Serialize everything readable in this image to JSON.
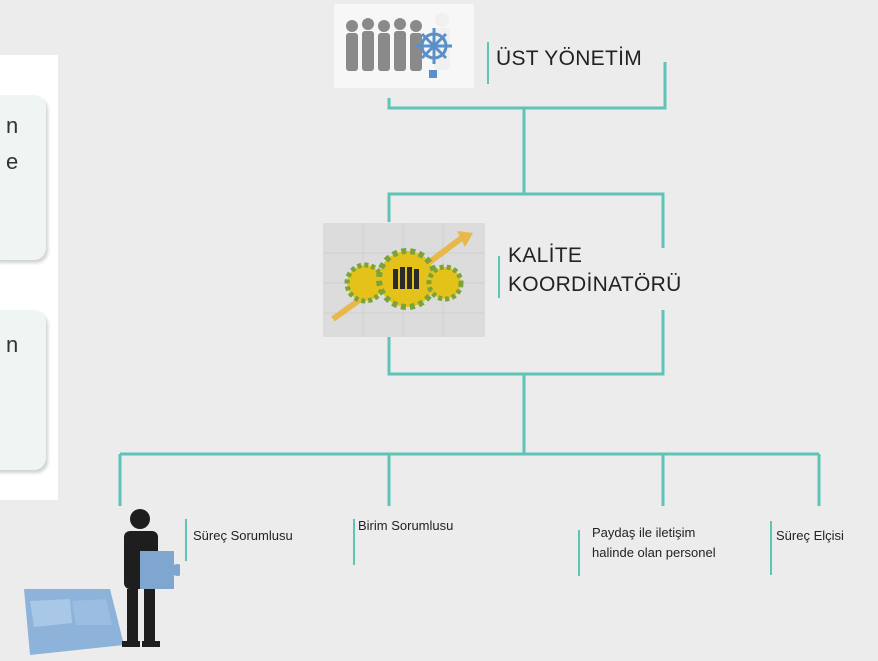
{
  "left_panel": {
    "cards": [
      {
        "fragment_top": "n",
        "fragment_bottom": "e"
      },
      {
        "fragment_top": "n"
      }
    ]
  },
  "org_chart": {
    "top": {
      "label": "ÜST YÖNETİM"
    },
    "middle": {
      "label_line1": "KALİTE",
      "label_line2": "KOORDİNATÖRÜ"
    },
    "bottom": [
      {
        "label": "Süreç Sorumlusu"
      },
      {
        "label": "Birim Sorumlusu"
      },
      {
        "label_line1": "Paydaş ile iletişim",
        "label_line2": "halinde olan personel"
      },
      {
        "label": "Süreç Elçisi"
      }
    ]
  },
  "colors": {
    "connector": "#5fc3b8",
    "background": "#ececec",
    "gear": "#e4c21a",
    "puzzle": "#7fa6cf"
  }
}
